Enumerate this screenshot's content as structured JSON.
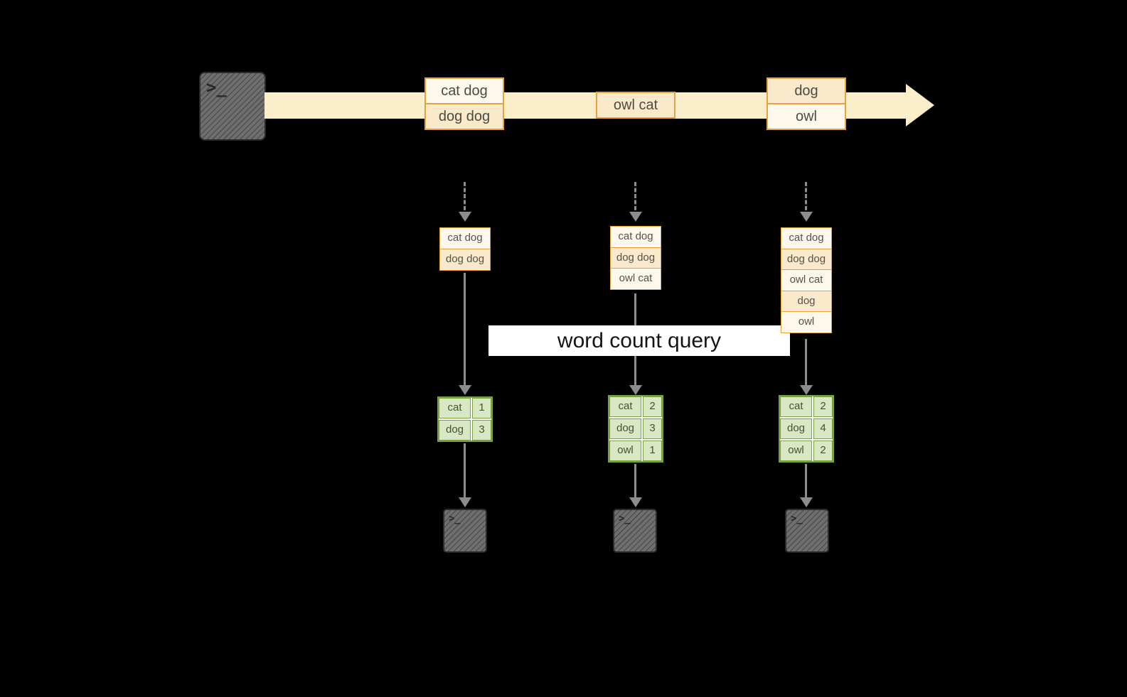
{
  "colors": {
    "background": "#000000",
    "stream_fill": "#fbeecb",
    "event_border": "#e6a23c",
    "event_fill_light": "#fdf8ec",
    "event_fill_peach": "#fbe9cb",
    "table_border": "#76a240",
    "table_fill": "#d9e8c2",
    "terminal_gray": "#6f6f6f",
    "arrow_gray": "#8c8c8c",
    "banner_bg": "#ffffff"
  },
  "terminal": {
    "prompt": ">_"
  },
  "banner": {
    "label": "word count query"
  },
  "stream_events": [
    {
      "rows": [
        "cat dog",
        "dog dog"
      ]
    },
    {
      "rows": [
        "owl cat"
      ]
    },
    {
      "rows": [
        "dog",
        "owl"
      ]
    }
  ],
  "columns": [
    {
      "state": [
        "cat dog",
        "dog dog"
      ],
      "table": [
        {
          "word": "cat",
          "count": "1"
        },
        {
          "word": "dog",
          "count": "3"
        }
      ]
    },
    {
      "state": [
        "cat dog",
        "dog dog",
        "owl cat"
      ],
      "table": [
        {
          "word": "cat",
          "count": "2"
        },
        {
          "word": "dog",
          "count": "3"
        },
        {
          "word": "owl",
          "count": "1"
        }
      ]
    },
    {
      "state": [
        "cat dog",
        "dog dog",
        "owl cat",
        "dog",
        "owl"
      ],
      "table": [
        {
          "word": "cat",
          "count": "2"
        },
        {
          "word": "dog",
          "count": "4"
        },
        {
          "word": "owl",
          "count": "2"
        }
      ]
    }
  ]
}
